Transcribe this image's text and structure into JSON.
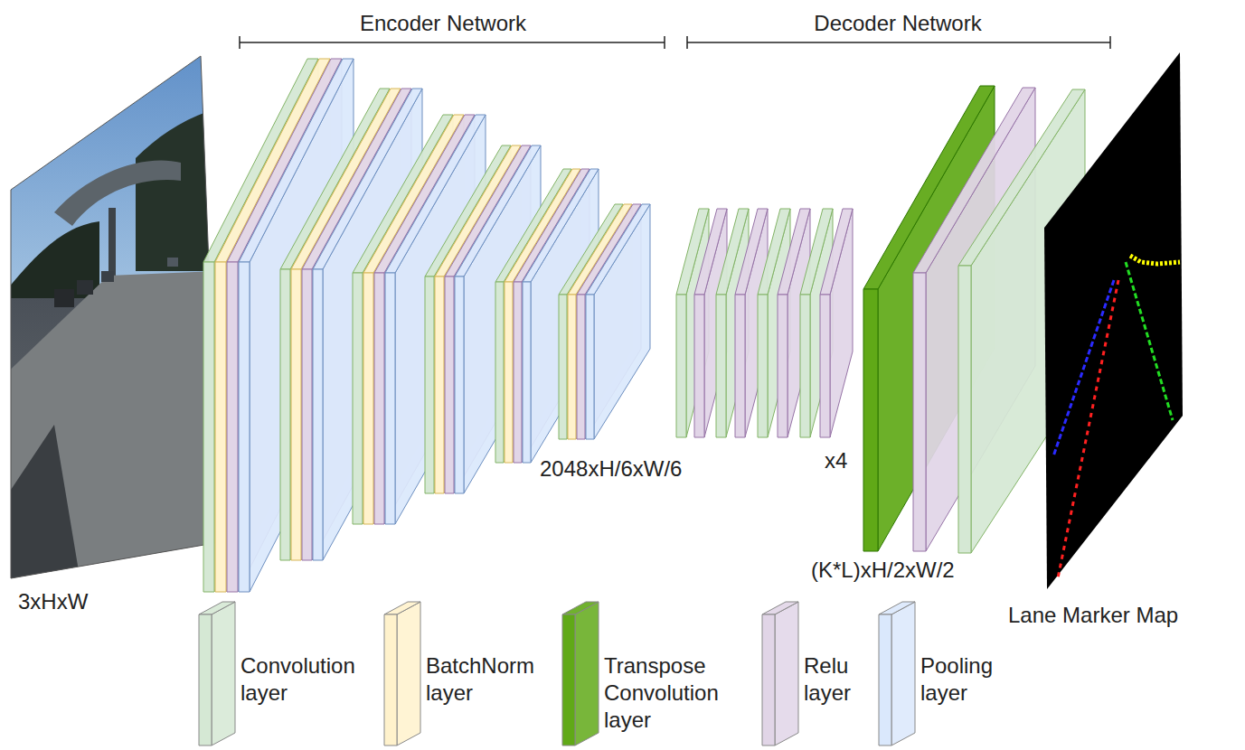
{
  "diagram": {
    "labels": [
      "Encoder Network",
      "Decoder Network",
      "3xHxW",
      "2048xH/6xW/6",
      "x4",
      "(K*L)xH/2xW/2",
      "Lane Marker Map"
    ],
    "legend": [
      {
        "text": "Convolution layer",
        "color": "#d5e8d4"
      },
      {
        "text": "BatchNorm layer",
        "color": "#fff2cc"
      },
      {
        "text": "Transpose Convolution layer",
        "color": "#60a917"
      },
      {
        "text": "Relu layer",
        "color": "#e1d5e7"
      },
      {
        "text": "Pooling layer",
        "color": "#dae8fc"
      }
    ]
  }
}
